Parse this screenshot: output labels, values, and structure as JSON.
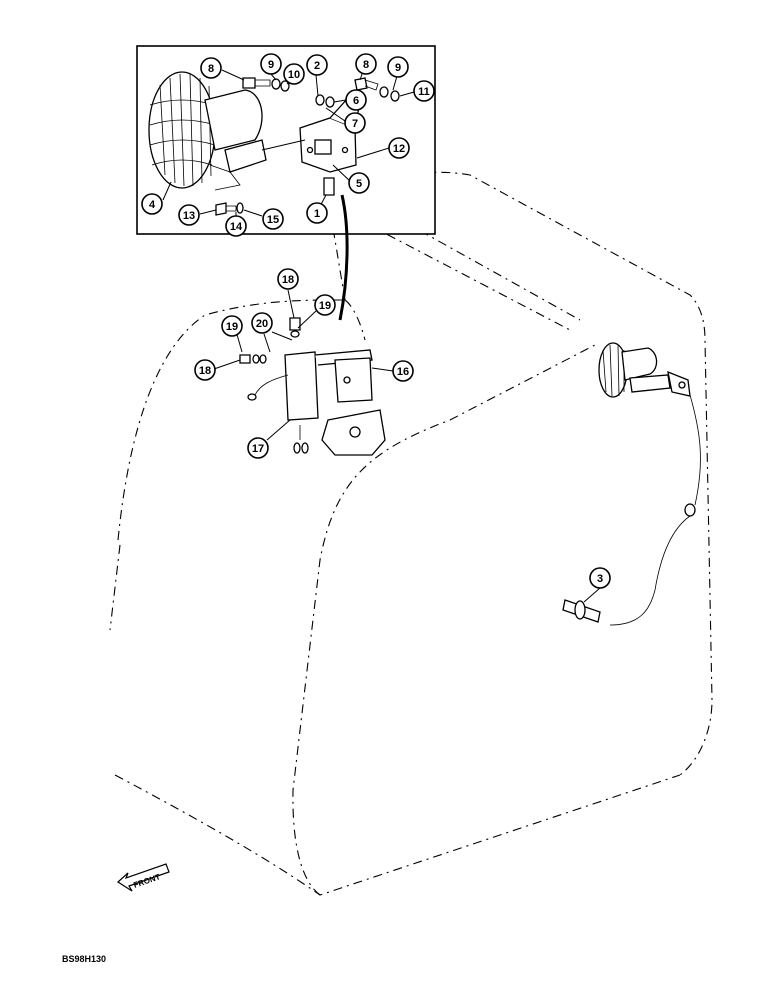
{
  "figure": {
    "reference_code": "BS98H130",
    "front_label": "FRONT"
  },
  "callouts": {
    "inset": [
      "8",
      "9",
      "10",
      "2",
      "8",
      "9",
      "6",
      "11",
      "7",
      "12",
      "5",
      "1",
      "4",
      "13",
      "14",
      "15"
    ],
    "bracket": [
      "18",
      "19",
      "20",
      "19",
      "18",
      "16",
      "17"
    ],
    "cab": [
      "3"
    ]
  }
}
